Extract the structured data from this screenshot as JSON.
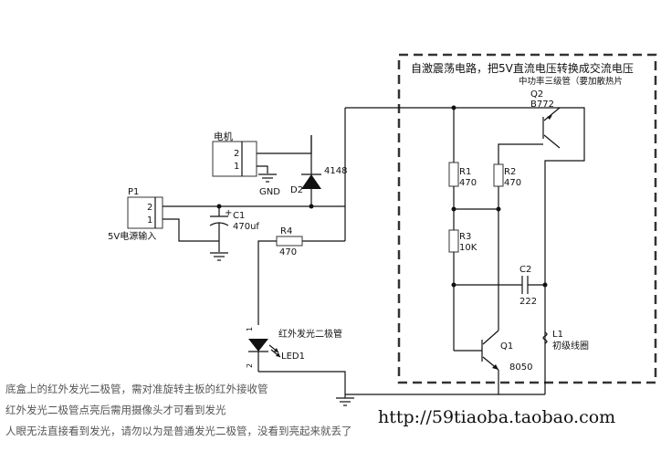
{
  "oscillator_box": {
    "title": "自激震荡电路，把5V直流电压转换成交流电压",
    "transistor_note": "中功率三级管（要加散热片"
  },
  "components": {
    "motor": {
      "ref": "电机",
      "pin2": "2",
      "pin1": "1",
      "gnd": "GND"
    },
    "power_input": {
      "ref": "P1",
      "pin2": "2",
      "pin1": "1",
      "desc": "5V电源输入"
    },
    "c1": {
      "ref": "C1",
      "value": "470uf",
      "polarity": "+"
    },
    "gnd_c1": "GND",
    "d2": {
      "ref": "D2",
      "value": "4148"
    },
    "r4": {
      "ref": "R4",
      "value": "470"
    },
    "led1": {
      "ref": "LED1",
      "desc": "红外发光二极管",
      "pin1": "1",
      "pin2": "2"
    },
    "q2": {
      "ref": "Q2",
      "value": "B772"
    },
    "r1": {
      "ref": "R1",
      "value": "470"
    },
    "r2": {
      "ref": "R2",
      "value": "470"
    },
    "r3": {
      "ref": "R3",
      "value": "10K"
    },
    "c2": {
      "ref": "C2",
      "value": "222"
    },
    "q1": {
      "ref": "Q1",
      "value": "8050"
    },
    "l1": {
      "ref": "L1",
      "desc": "初级线圈"
    }
  },
  "notes": [
    "底盒上的红外发光二极管，需对准旋转主板的红外接收管",
    "红外发光二极管点亮后需用摄像头才可看到发光",
    "人眼无法直接看到发光，请勿以为是普通发光二极管，没看到亮起来就丢了"
  ],
  "watermark": "http://59tiaoba.taobao.com"
}
